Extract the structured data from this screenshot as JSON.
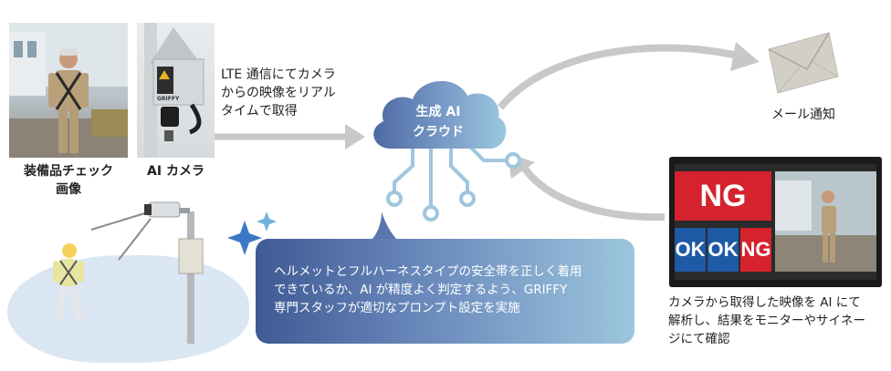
{
  "labels": {
    "equipment_line1": "装備品チェック",
    "equipment_line2": "画像",
    "ai_camera": "AI カメラ",
    "lte_line1": "LTE 通信にてカメラ",
    "lte_line2": "からの映像をリアル",
    "lte_line3": "タイムで取得",
    "cloud_line1": "生成 AI",
    "cloud_line2": "クラウド",
    "mail": "メール通知",
    "monitor_line1": "カメラから取得した映像を AI にて",
    "monitor_line2": "解析し、結果をモニターやサイネー",
    "monitor_line3": "ジにて確認"
  },
  "bubble": {
    "line1": "ヘルメットとフルハーネスタイプの安全帯を正しく着用",
    "line2": "できているか、AI が精度よく判定するよう、GRIFFY",
    "line3": "専門スタッフが適切なプロンプト設定を実施"
  },
  "monitor": {
    "big_tile": "NG",
    "small_tiles": [
      "OK",
      "OK",
      "NG"
    ]
  },
  "camera_brand": "GRIFFY",
  "colors": {
    "arrow": "#c8c8c8",
    "ng": "#d5222e",
    "ok": "#1e5aa5",
    "bubble_start": "#3f5a94",
    "bubble_end": "#9cc6dd",
    "blob": "#dbe6f3"
  }
}
